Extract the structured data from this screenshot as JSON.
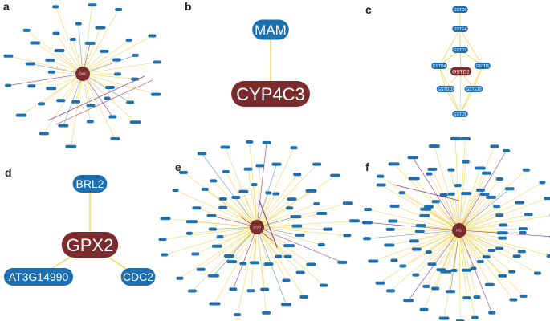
{
  "panel_labels": [
    "a",
    "b",
    "c",
    "d",
    "e",
    "f"
  ],
  "colors": {
    "satellite": "#1e6fb0",
    "hub": "#7a2b2b",
    "edge_yellow": "#f2d45c",
    "edge_teal": "#5f9ea0",
    "edge_purple": "#8b3a8b",
    "edge_red": "#b03060"
  },
  "panels": {
    "a": {
      "hub": "CNC",
      "satellite_count": 42
    },
    "b": {
      "hub": "CYP4C3",
      "satellites": [
        "MAM"
      ]
    },
    "c": {
      "hub": "GSTD2",
      "nodes": [
        "GSTO1",
        "GSTE4",
        "GSTD7",
        "GSTD4",
        "GSTD1",
        "GSTD10",
        "GSTE10",
        "GSTD5"
      ]
    },
    "d": {
      "hub": "GPX2",
      "satellites": [
        "BRL2",
        "AT3G14990",
        "CDC2"
      ]
    },
    "e": {
      "hub": "SOD",
      "satellite_count": 72
    },
    "f": {
      "hub": "PGI",
      "satellite_count": 92
    }
  }
}
